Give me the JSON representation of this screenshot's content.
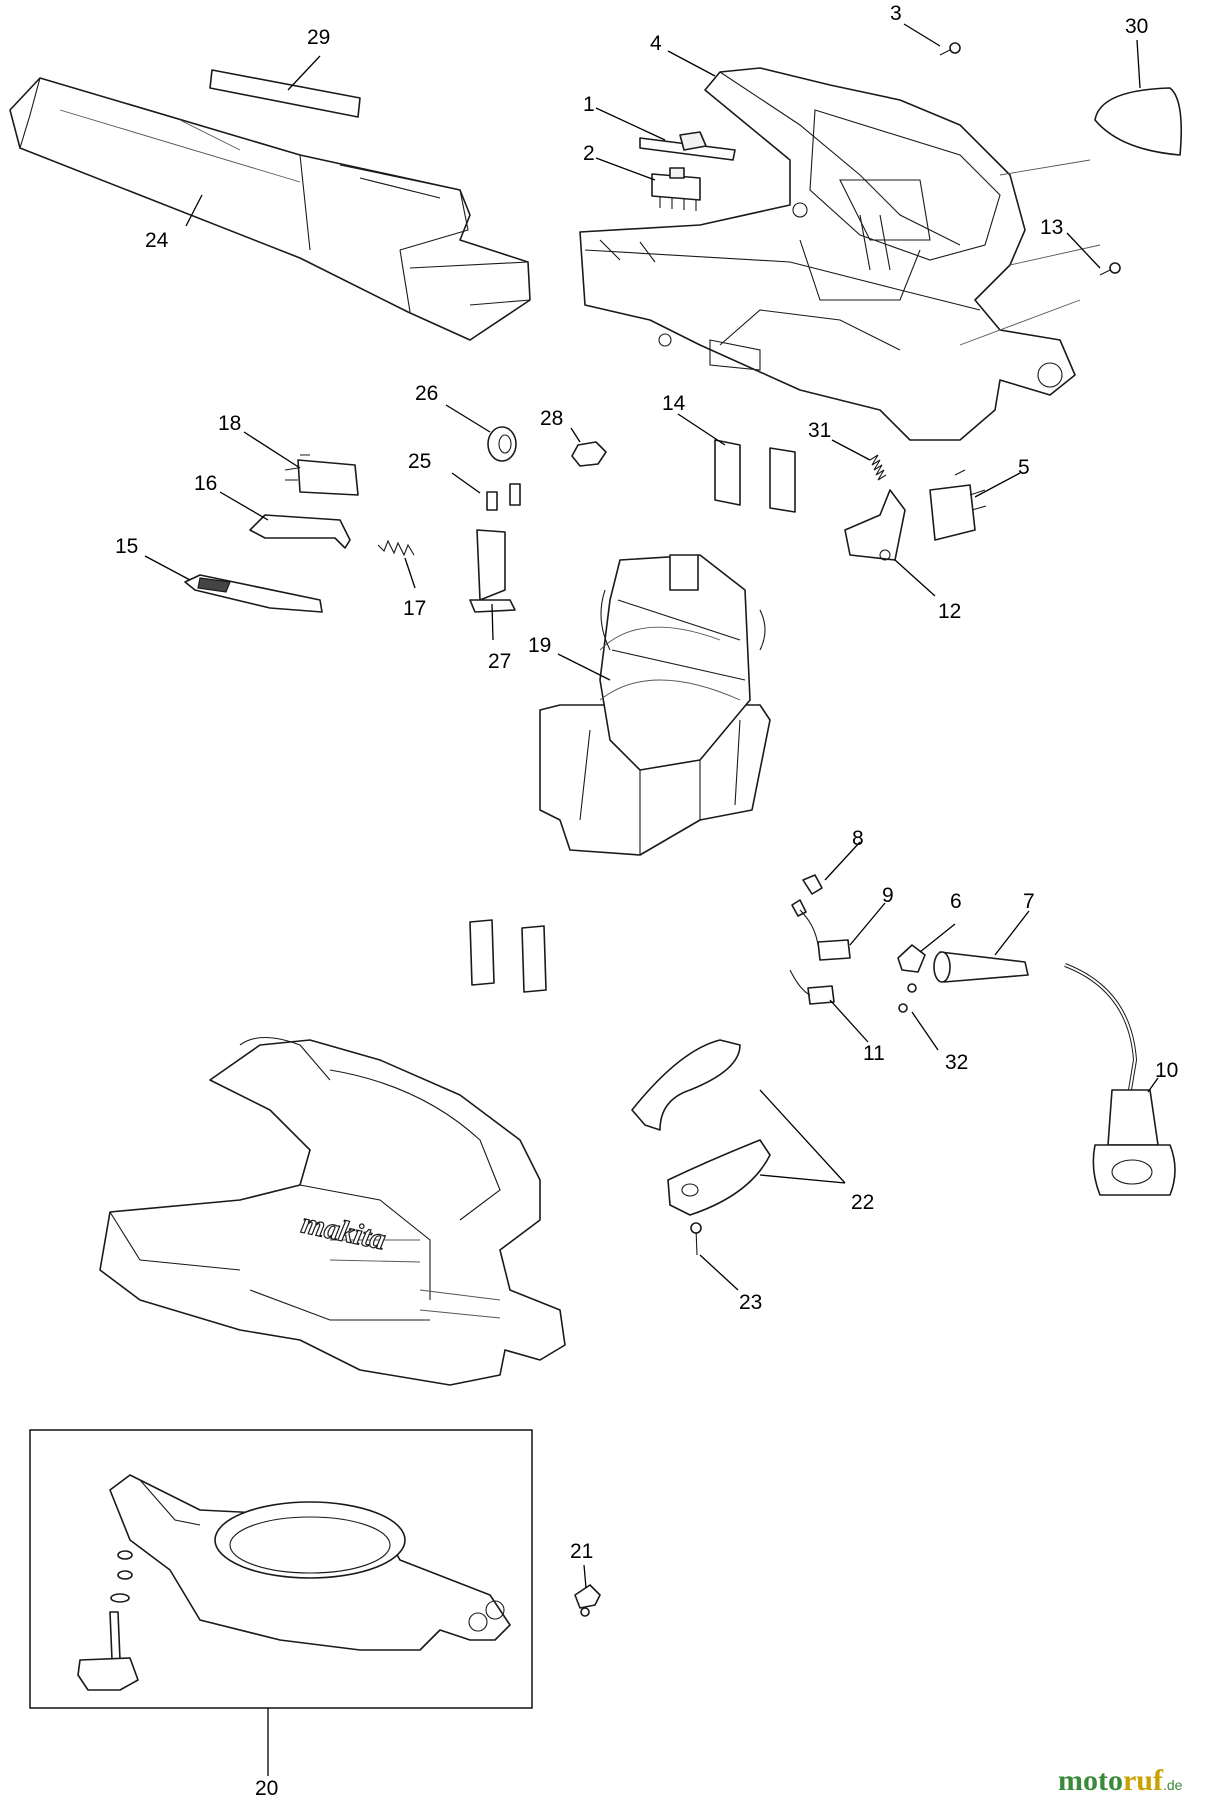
{
  "callouts": [
    "1",
    "2",
    "3",
    "4",
    "5",
    "6",
    "7",
    "8",
    "9",
    "10",
    "11",
    "12",
    "13",
    "14",
    "15",
    "16",
    "17",
    "18",
    "19",
    "20",
    "21",
    "22",
    "23",
    "24",
    "25",
    "26",
    "27",
    "28",
    "29",
    "30",
    "31",
    "32"
  ],
  "brand_label": "makita",
  "watermark": {
    "part1": "moto",
    "part2": "ruf",
    "part3": ".de"
  },
  "icons": {
    "nozzle": "blower-nozzle-tube",
    "housing": "motor-housing-half",
    "motor": "motor-fan-assembly",
    "cord": "power-cord-plug",
    "inset_part": "collection-bag-adapter"
  }
}
